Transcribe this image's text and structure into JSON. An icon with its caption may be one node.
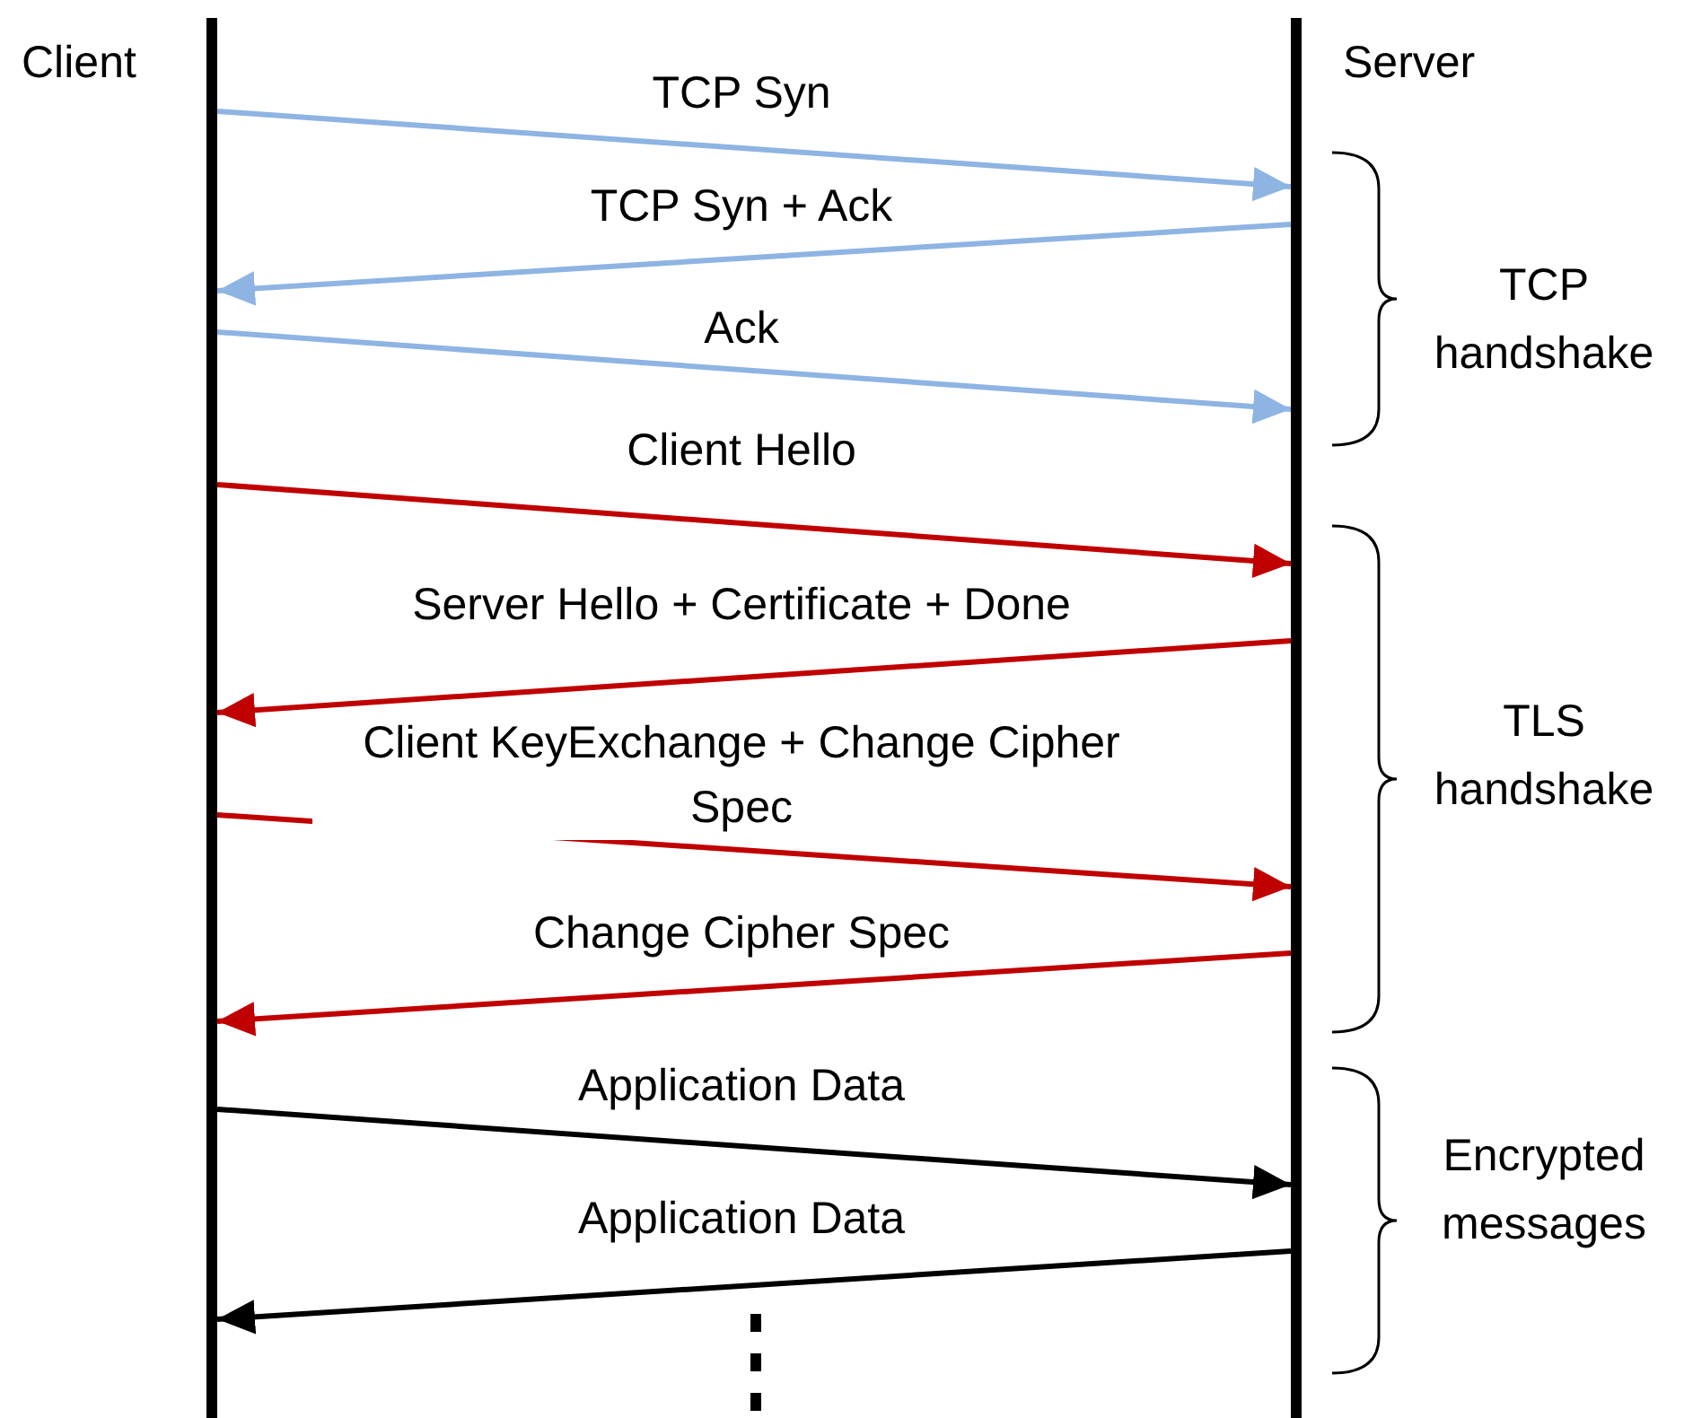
{
  "diagram": {
    "nodes": [
      {
        "text": [],
        "shape": "bar",
        "beside": [
          "Client"
        ]
      },
      {
        "text": [],
        "shape": "bar",
        "beside": [
          "Server"
        ]
      }
    ],
    "edges": [
      {
        "from": 0,
        "to": 1,
        "arrow": "to",
        "label": "TCP Syn",
        "color": "#8eb4e3"
      },
      {
        "from": 1,
        "to": 0,
        "arrow": "to",
        "label": "TCP Syn + Ack",
        "color": "#8eb4e3"
      },
      {
        "from": 0,
        "to": 1,
        "arrow": "to",
        "label": "Ack",
        "color": "#8eb4e3"
      },
      {
        "from": 0,
        "to": 1,
        "arrow": "to",
        "label": "Client Hello"
      },
      {
        "from": 1,
        "to": 0,
        "arrow": "to",
        "label": "Server Hello + Certificate + Done"
      },
      {
        "from": 0,
        "to": 1,
        "arrow": "to",
        "label": "Client KeyExchange + Change Cipher Spec"
      },
      {
        "from": 1,
        "to": 0,
        "arrow": "to",
        "label": "Change Cipher Spec"
      },
      {
        "from": 0,
        "to": 1,
        "arrow": "to",
        "label": "Application Data",
        "color": "#000000"
      },
      {
        "from": 1,
        "to": 0,
        "arrow": "to",
        "label": "Application Data",
        "color": "#000000"
      }
    ],
    "labels": [
      "TCP handshake",
      "TLS handshake",
      "Encrypted messages"
    ]
  }
}
